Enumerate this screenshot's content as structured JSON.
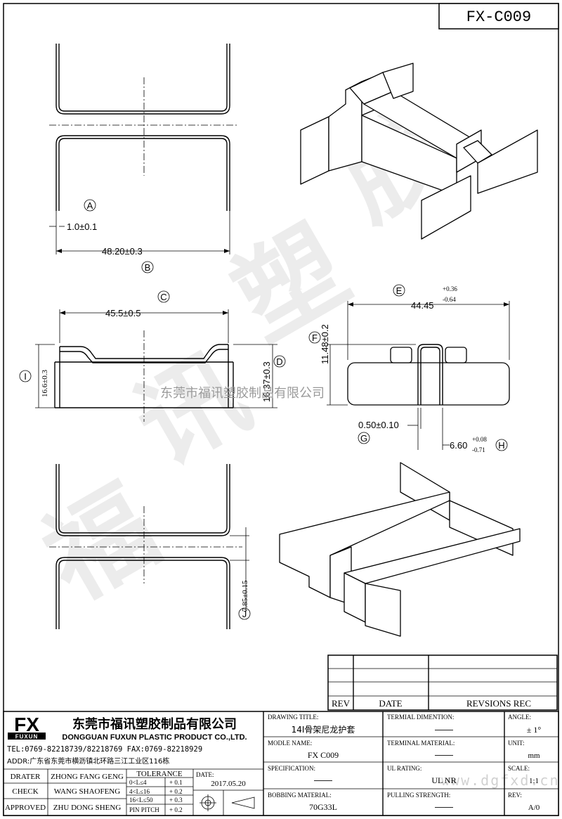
{
  "drawing_no": "FX-C009",
  "watermark": {
    "company": "东莞市福讯塑胶制品有限公司",
    "url": "www.dgfxd.cn",
    "large_chars": [
      "福",
      "讯",
      "塑",
      "胶"
    ]
  },
  "dimensions": {
    "top_view": {
      "thickness": "1.0±0.1",
      "width": "48.20±0.3",
      "marker_a": "A",
      "marker_b": "B"
    },
    "front_view": {
      "width": "45.5±0.5",
      "height_left": "16.6±0.3",
      "height_right": "16.37±0.3",
      "marker_c": "C",
      "marker_d": "D",
      "marker_i": "I"
    },
    "side_view": {
      "width": "44.45",
      "width_tol_plus": "+0.36",
      "width_tol_minus": "-0.64",
      "height": "11.48±0.2",
      "slot": "0.50±0.10",
      "depth": "6.60",
      "depth_tol_plus": "+0.08",
      "depth_tol_minus": "-0.71",
      "marker_e": "E",
      "marker_f": "F",
      "marker_g": "G",
      "marker_h": "H"
    },
    "bottom_view": {
      "gap": "7.85±0.15",
      "marker_j": "J"
    }
  },
  "revision_table": {
    "headers": [
      "REV",
      "DATE",
      "REVSIONS REC"
    ]
  },
  "title_block": {
    "logo": "FX",
    "logo_sub": "FUXUN",
    "company_cn": "东莞市福讯塑胶制品有限公司",
    "company_en": "DONGGUAN FUXUN PLASTIC PRODUCT CO.,LTD.",
    "tel": "TEL:0769-82218739/82218769 FAX:0769-82218929",
    "addr": "ADDR:广东省东莞市横沥镇北环路三江工业区116栋",
    "drater_label": "DRATER",
    "drater": "ZHONG FANG GENG",
    "check_label": "CHECK",
    "check": "WANG SHAOFENG",
    "approved_label": "APPROVED",
    "approved": "ZHU DONG SHENG",
    "tolerance_label": "TOLERANCE",
    "tolerance_rows": [
      {
        "range": "0<L≤4",
        "tol": "+ 0.1"
      },
      {
        "range": "4<L≤16",
        "tol": "+ 0.2"
      },
      {
        "range": "16<L≤50",
        "tol": "+ 0.3"
      },
      {
        "range": "PIN PITCH",
        "tol": "+ 0.2"
      }
    ],
    "date_label": "DATE:",
    "date": "2017.05.20",
    "drawing_title_label": "DRAWING TITLE:",
    "drawing_title": "14I骨架尼龙护套",
    "model_label": "MODLE NAME:",
    "model": "FX C009",
    "spec_label": "SPECIFICATION:",
    "spec": "——",
    "bobbin_label": "BOBBING MATERIAL:",
    "bobbin": "70G33L",
    "term_dim_label": "TERMIAL DIMENTION:",
    "term_dim": "——",
    "term_mat_label": "TERMINAL MATERIAL:",
    "term_mat": "——",
    "ul_label": "UL RATING:",
    "ul": "UL NR",
    "pull_label": "PULLING STRENGTH:",
    "pull": "——",
    "angle_label": "ANGLE:",
    "angle": "± 1°",
    "unit_label": "UNIT:",
    "unit": "mm",
    "scale_label": "SCALE:",
    "scale": "1:1",
    "rev_label": "REV:",
    "rev": "A/0"
  }
}
